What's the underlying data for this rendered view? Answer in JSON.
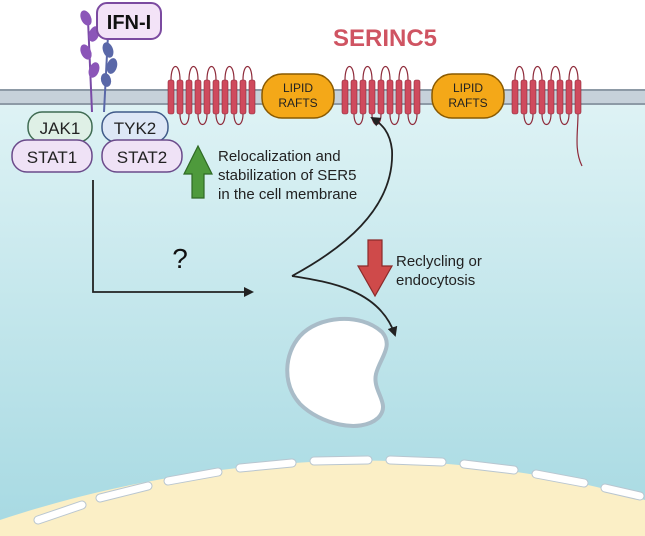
{
  "ligand": {
    "label": "IFN-I"
  },
  "protein": {
    "title": "SERINC5"
  },
  "rafts": [
    {
      "line1": "LIPID",
      "line2": "RAFTS"
    },
    {
      "line1": "LIPID",
      "line2": "RAFTS"
    }
  ],
  "kinases": {
    "jak1": "JAK1",
    "tyk2": "TYK2",
    "stat1": "STAT1",
    "stat2": "STAT2"
  },
  "relocalization": {
    "line1": "Relocalization and",
    "line2": "stabilization of SER5",
    "line3": "in the cell membrane"
  },
  "recycling": {
    "line1": "Reclycling or",
    "line2": "endocytosis"
  },
  "unknown_mark": "?",
  "colors": {
    "cytoplasm_top": "#d6f0f3",
    "cytoplasm_bottom": "#a9dbe4",
    "nucleus": "#fbf0c8",
    "membrane": "#aab8c4",
    "serinc5": "#cf4a5d",
    "raft_fill": "#f4a818",
    "receptor": "#8b55b8",
    "receptor_blue": "#5a68a8",
    "arrow_up": "#4e9a3c",
    "arrow_down": "#cf4a4a",
    "title": "#cf5462",
    "jak_fill": "#dff0e6",
    "stat_fill": "#efe2f6",
    "tyk_fill": "#dde7f6"
  }
}
